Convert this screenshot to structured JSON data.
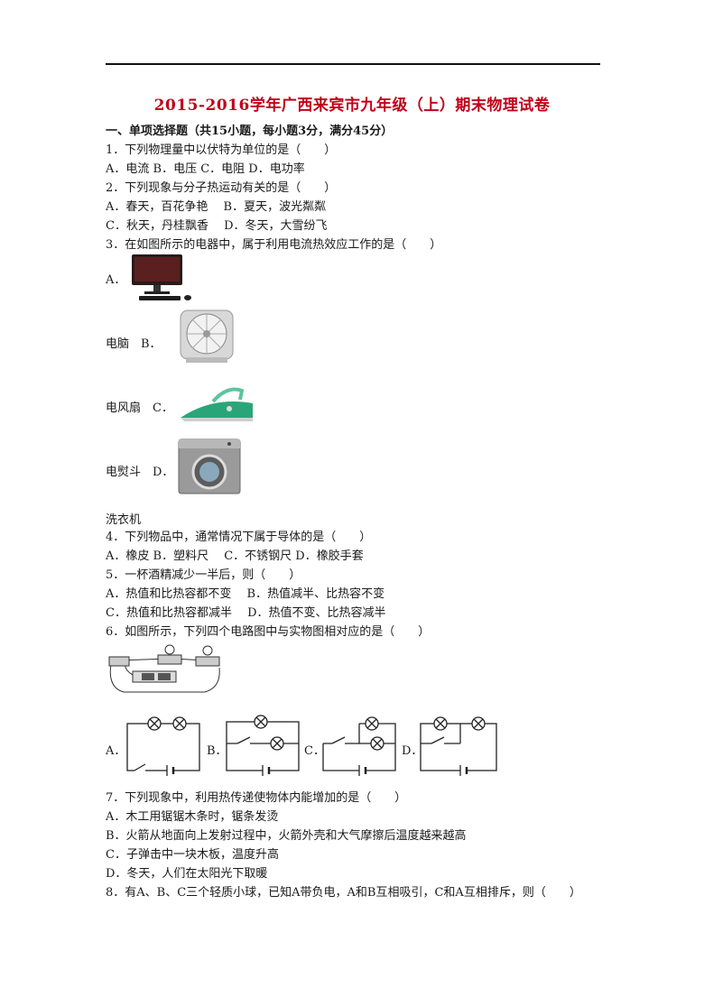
{
  "title": "2015-2016学年广西来宾市九年级（上）期末物理试卷",
  "section1": "一、单项选择题（共15小题，每小题3分，满分45分）",
  "q1": {
    "stem": "1．下列物理量中以伏特为单位的是（　　）",
    "options": "A．电流 B．电压 C．电阻 D．电功率"
  },
  "q2": {
    "stem": "2．下列现象与分子热运动有关的是（　　）",
    "options": [
      "A．春天，百花争艳　 B．夏天，波光粼粼",
      "C．秋天，丹桂飘香　 D．冬天，大雪纷飞"
    ]
  },
  "q3": {
    "stem": "3．在如图所示的电器中，属于利用电流热效应工作的是（　　）",
    "labels": [
      "A．",
      "电脑　B．",
      "电风扇　C．",
      "电熨斗　D．",
      "洗衣机"
    ]
  },
  "q4": {
    "stem": "4．下列物品中，通常情况下属于导体的是（　　）",
    "options": "A．橡皮 B．塑料尺　 C．不锈钢尺 D．橡胶手套"
  },
  "q5": {
    "stem": "5．一杯酒精减少一半后，则（　　）",
    "options": [
      "A．热值和比热容都不变　 B．热值减半、比热容不变",
      "C．热值和比热容都减半　 D．热值不变、比热容减半"
    ]
  },
  "q6": {
    "stem": "6．如图所示，下列四个电路图中与实物图相对应的是（　　）",
    "labels": [
      "A．",
      "B．",
      "C．",
      "D．"
    ]
  },
  "q7": {
    "stem": "7．下列现象中，利用热传递使物体内能增加的是（　　）",
    "options": [
      "A．木工用锯锯木条时，锯条发烫",
      "B．火箭从地面向上发射过程中，火箭外壳和大气摩擦后温度越来越高",
      "C．子弹击中一块木板，温度升高",
      "D．冬天，人们在太阳光下取暖"
    ]
  },
  "q8": {
    "stem": "8．有A、B、C三个轻质小球，已知A带负电，A和B互相吸引，C和A互相排斥，则（　　）"
  },
  "colors": {
    "title": "#c0001a"
  }
}
